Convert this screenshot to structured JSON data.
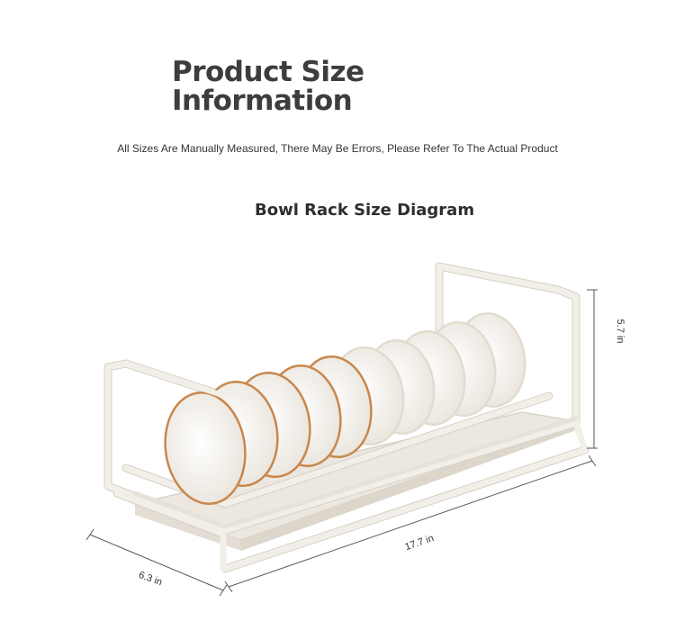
{
  "heading": {
    "line1": "Product Size",
    "line2": "Information"
  },
  "subtitle": "All Sizes Are Manually Measured, There May Be Errors, Please Refer To The Actual Product",
  "diagram": {
    "title": "Bowl Rack Size Diagram",
    "dimensions": {
      "height": "5.7 in",
      "length": "17.7 in",
      "width": "6.3 in"
    }
  },
  "colors": {
    "rack": "#f5f2ec",
    "rack_edge": "#d9d3c8",
    "bowl_rim": "#c8874c",
    "bowl_face": "#f7f5f1",
    "text": "#333333"
  }
}
